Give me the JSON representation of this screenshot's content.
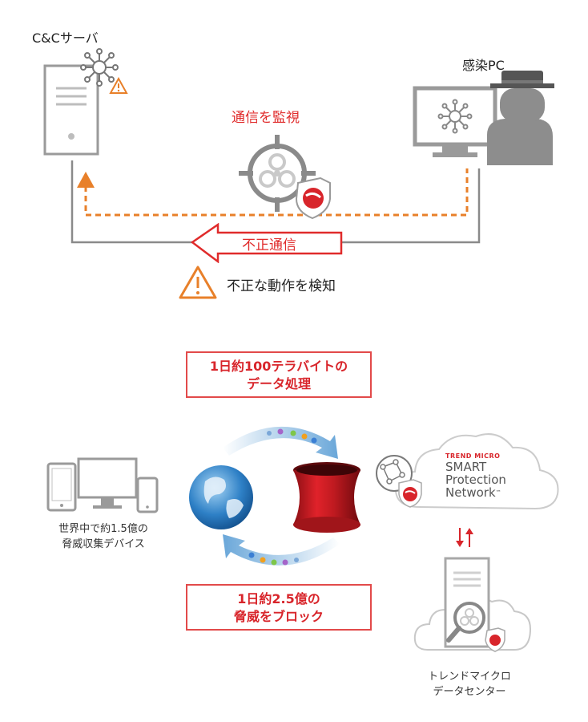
{
  "top_diagram": {
    "cc_server_label": "C&Cサーバ",
    "infected_pc_label": "感染PC",
    "monitor_label": "通信を監視",
    "illegal_comm_label": "不正通信",
    "detect_label": "不正な動作を検知"
  },
  "bottom_diagram": {
    "data_processing_box": {
      "line1": "1日約100テラバイトの",
      "line2": "データ処理"
    },
    "block_box": {
      "line1": "1日約2.5億の",
      "line2": "脅威をブロック"
    },
    "devices_caption": {
      "line1": "世界中で約1.5億の",
      "line2": "脅威収集デバイス"
    },
    "spn_logo": {
      "brand": "TREND MICRO",
      "line1": "SMART",
      "line2": "Protection",
      "line3": "Network",
      "tm": "™"
    },
    "datacenter_caption": {
      "line1": "トレンドマイクロ",
      "line2": "データセンター"
    }
  },
  "colors": {
    "accent_red": "#e02b2b",
    "orange_dashed": "#e8802a",
    "gray_line": "#8a8a8a"
  }
}
